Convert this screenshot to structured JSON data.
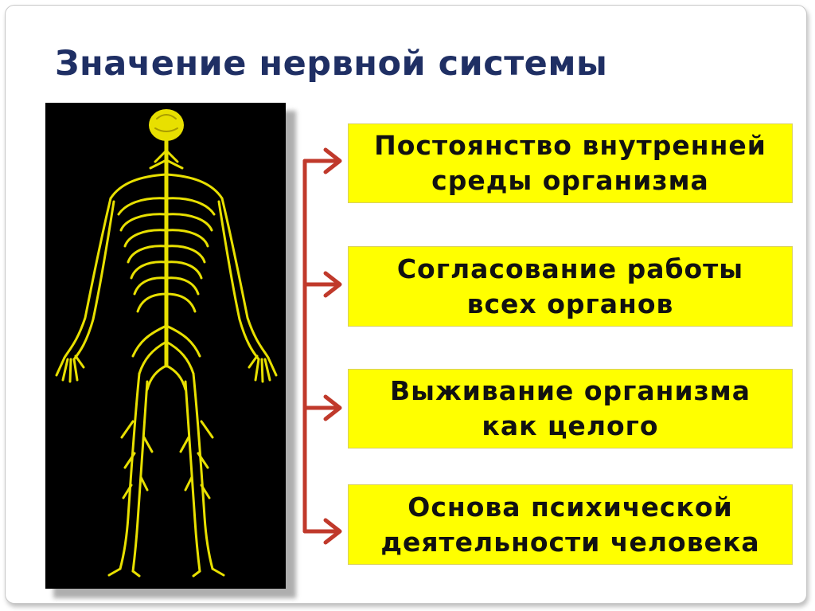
{
  "title": "Значение нервной системы",
  "illustration": {
    "icon": "human-nervous-system-icon",
    "background_color": "#000000",
    "nerve_color": "#e8e000"
  },
  "arrow_color": "#c0392b",
  "box_color": "#ffff00",
  "boxes": [
    {
      "line1": "Постоянство внутренней",
      "line2": "среды организма"
    },
    {
      "line1": "Согласование работы",
      "line2": "всех органов"
    },
    {
      "line1": "Выживание организма",
      "line2": "как целого"
    },
    {
      "line1": "Основа психической",
      "line2": "деятельности человека"
    }
  ]
}
